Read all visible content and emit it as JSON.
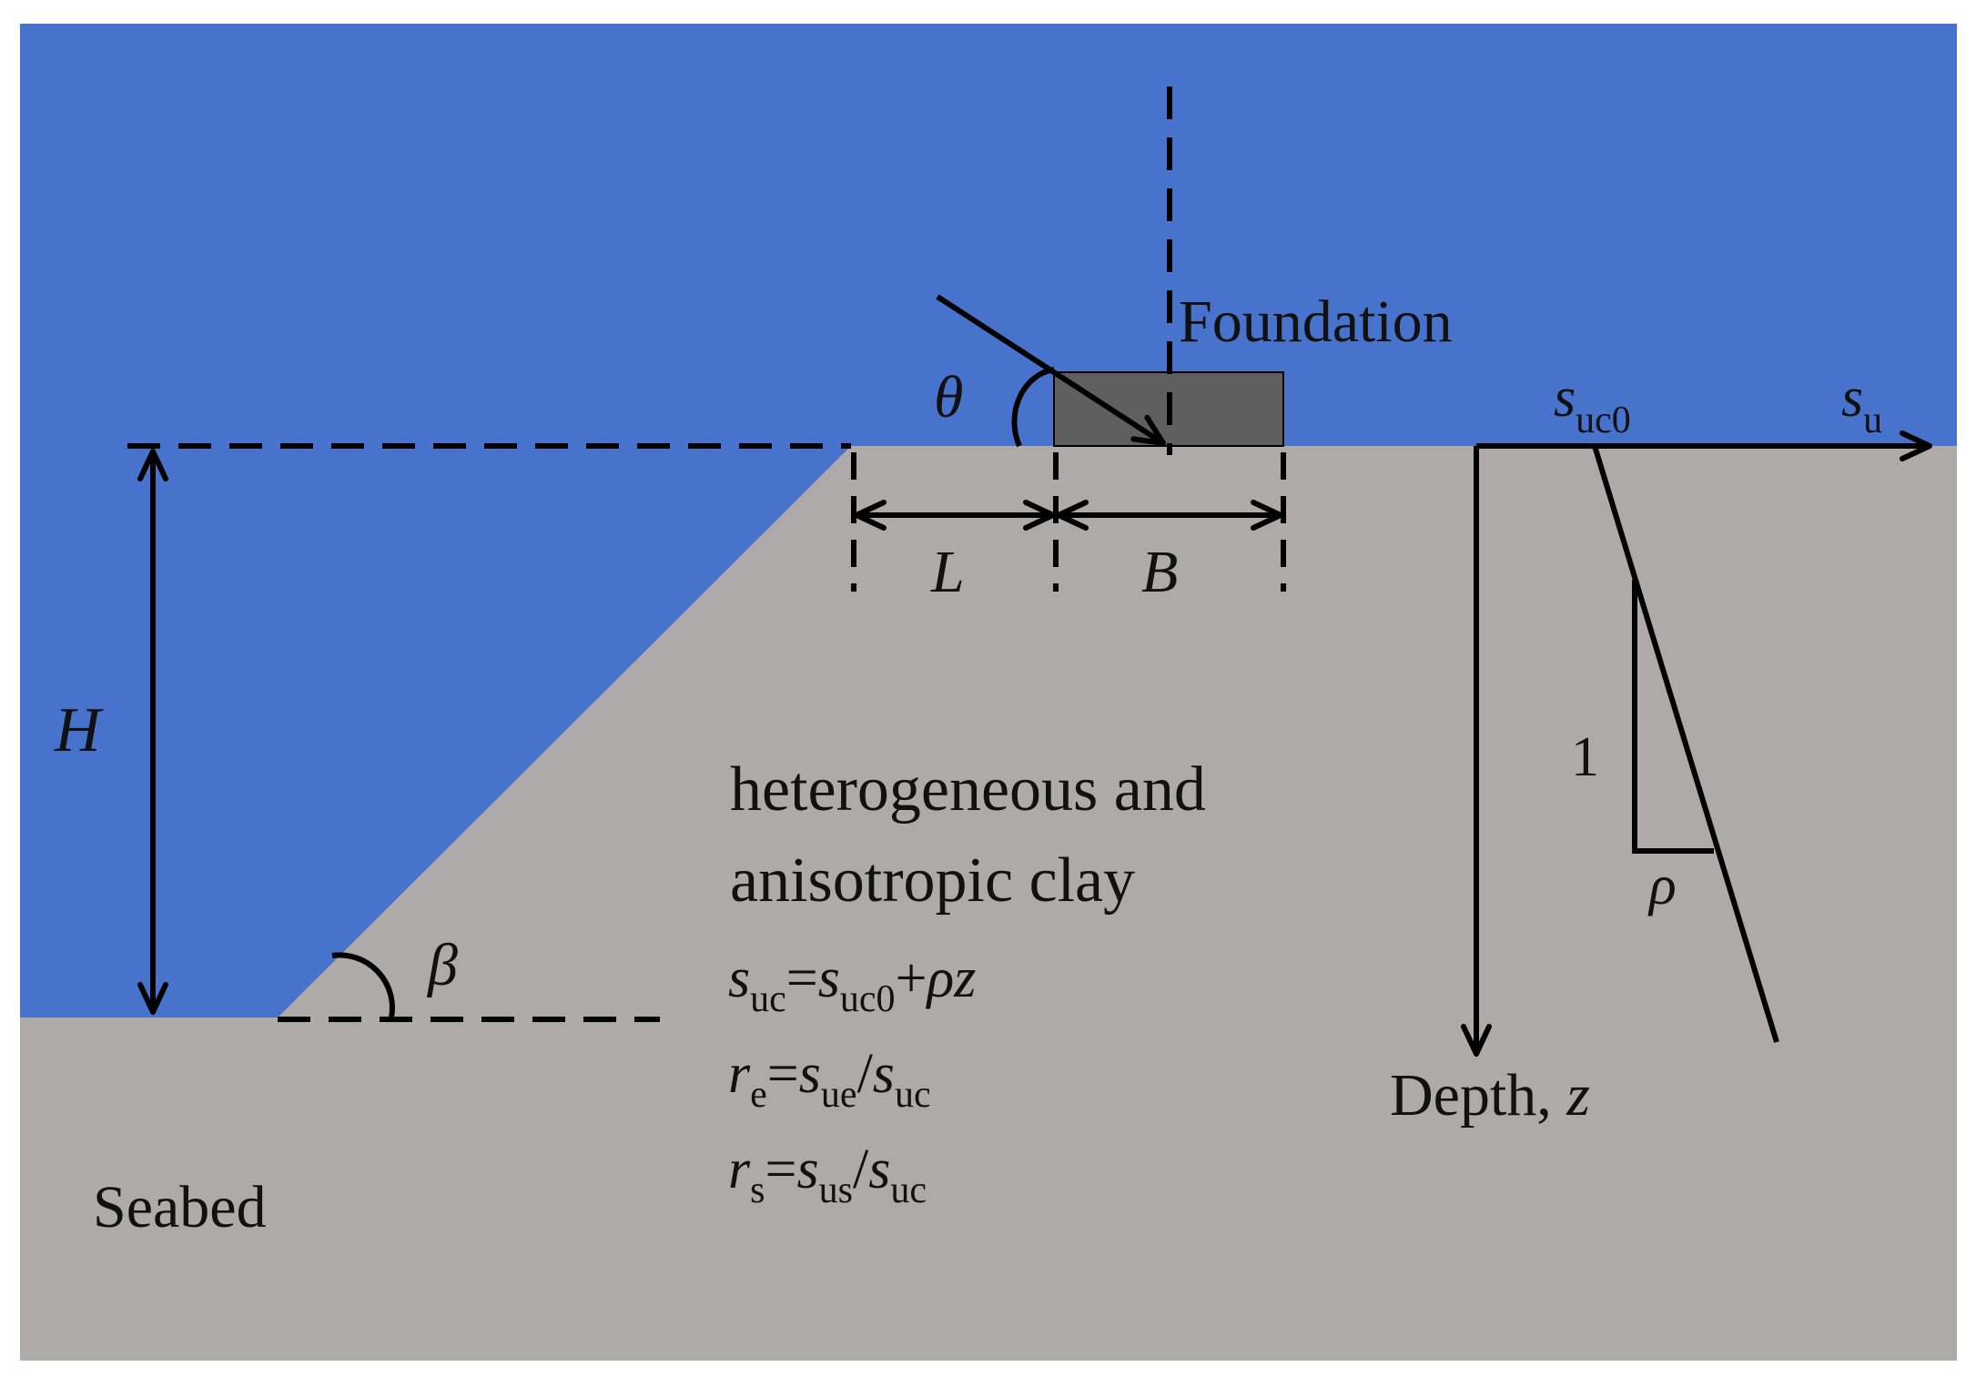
{
  "colors": {
    "water": "#4873cc",
    "soil": "#aeaaa9",
    "foundation": "#5f5f5f",
    "line": "#000000"
  },
  "labels": {
    "foundation": "Foundation",
    "theta": "θ",
    "L": "L",
    "B": "B",
    "H": "H",
    "beta": "β",
    "seabed": "Seabed",
    "soil_line1": "heterogeneous and",
    "soil_line2": "anisotropic clay",
    "axis_su_s": "s",
    "axis_su_sub": "u",
    "axis_suc0_s": "s",
    "axis_suc0_sub": "uc0",
    "gradient_one": "1",
    "gradient_rho": "ρ",
    "depth_text": "Depth, ",
    "depth_z": "z"
  },
  "equations": {
    "eq1": [
      {
        "t": "s",
        "it": true
      },
      {
        "t": "uc",
        "sub": true
      },
      {
        "t": "=",
        "it": false
      },
      {
        "t": "s",
        "it": true
      },
      {
        "t": "uc0",
        "sub": true
      },
      {
        "t": "+",
        "it": false
      },
      {
        "t": "ρz",
        "it": true
      }
    ],
    "eq2": [
      {
        "t": "r",
        "it": true
      },
      {
        "t": "e",
        "sub": true
      },
      {
        "t": "=",
        "it": false
      },
      {
        "t": "s",
        "it": true
      },
      {
        "t": "ue",
        "sub": true
      },
      {
        "t": "/",
        "it": false
      },
      {
        "t": "s",
        "it": true
      },
      {
        "t": "uc",
        "sub": true
      }
    ],
    "eq3": [
      {
        "t": "r",
        "it": true
      },
      {
        "t": "s",
        "sub": true
      },
      {
        "t": "=",
        "it": false
      },
      {
        "t": "s",
        "it": true
      },
      {
        "t": "us",
        "sub": true
      },
      {
        "t": "/",
        "it": false
      },
      {
        "t": "s",
        "it": true
      },
      {
        "t": "uc",
        "sub": true
      }
    ]
  }
}
